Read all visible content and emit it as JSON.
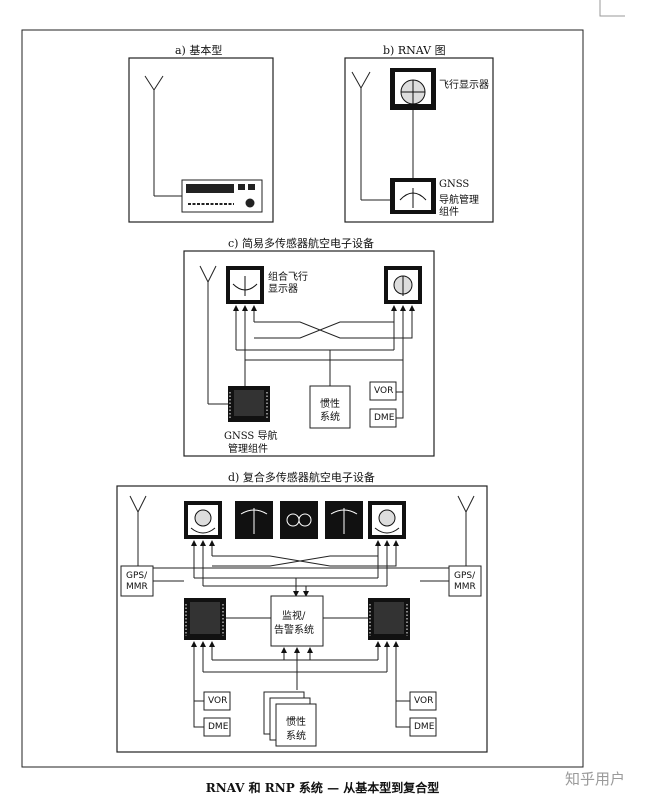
{
  "panels": {
    "a": {
      "title": "a) 基本型"
    },
    "b": {
      "title": "b) RNAV 图",
      "display_label": "飞行显示器",
      "gnss_label_1": "GNSS",
      "gnss_label_2": "导航管理",
      "gnss_label_3": "组件"
    },
    "c": {
      "title": "c) 简易多传感器航空电子设备",
      "display_label_1": "组合飞行",
      "display_label_2": "显示器",
      "inertial_1": "惯性",
      "inertial_2": "系统",
      "vor": "VOR",
      "dme": "DME",
      "gnss_1": "GNSS 导航",
      "gnss_2": "管理组件"
    },
    "d": {
      "title": "d) 复合多传感器航空电子设备",
      "gps_left_1": "GPS/",
      "gps_left_2": "MMR",
      "gps_right_1": "GPS/",
      "gps_right_2": "MMR",
      "monitor_1": "监视/",
      "monitor_2": "告警系统",
      "vor_left": "VOR",
      "dme_left": "DME",
      "vor_right": "VOR",
      "dme_right": "DME",
      "inertial_1": "惯性",
      "inertial_2": "系统"
    }
  },
  "caption": "RNAV 和 RNP 系统 — 从基本型到复合型",
  "watermark": "知乎用户"
}
